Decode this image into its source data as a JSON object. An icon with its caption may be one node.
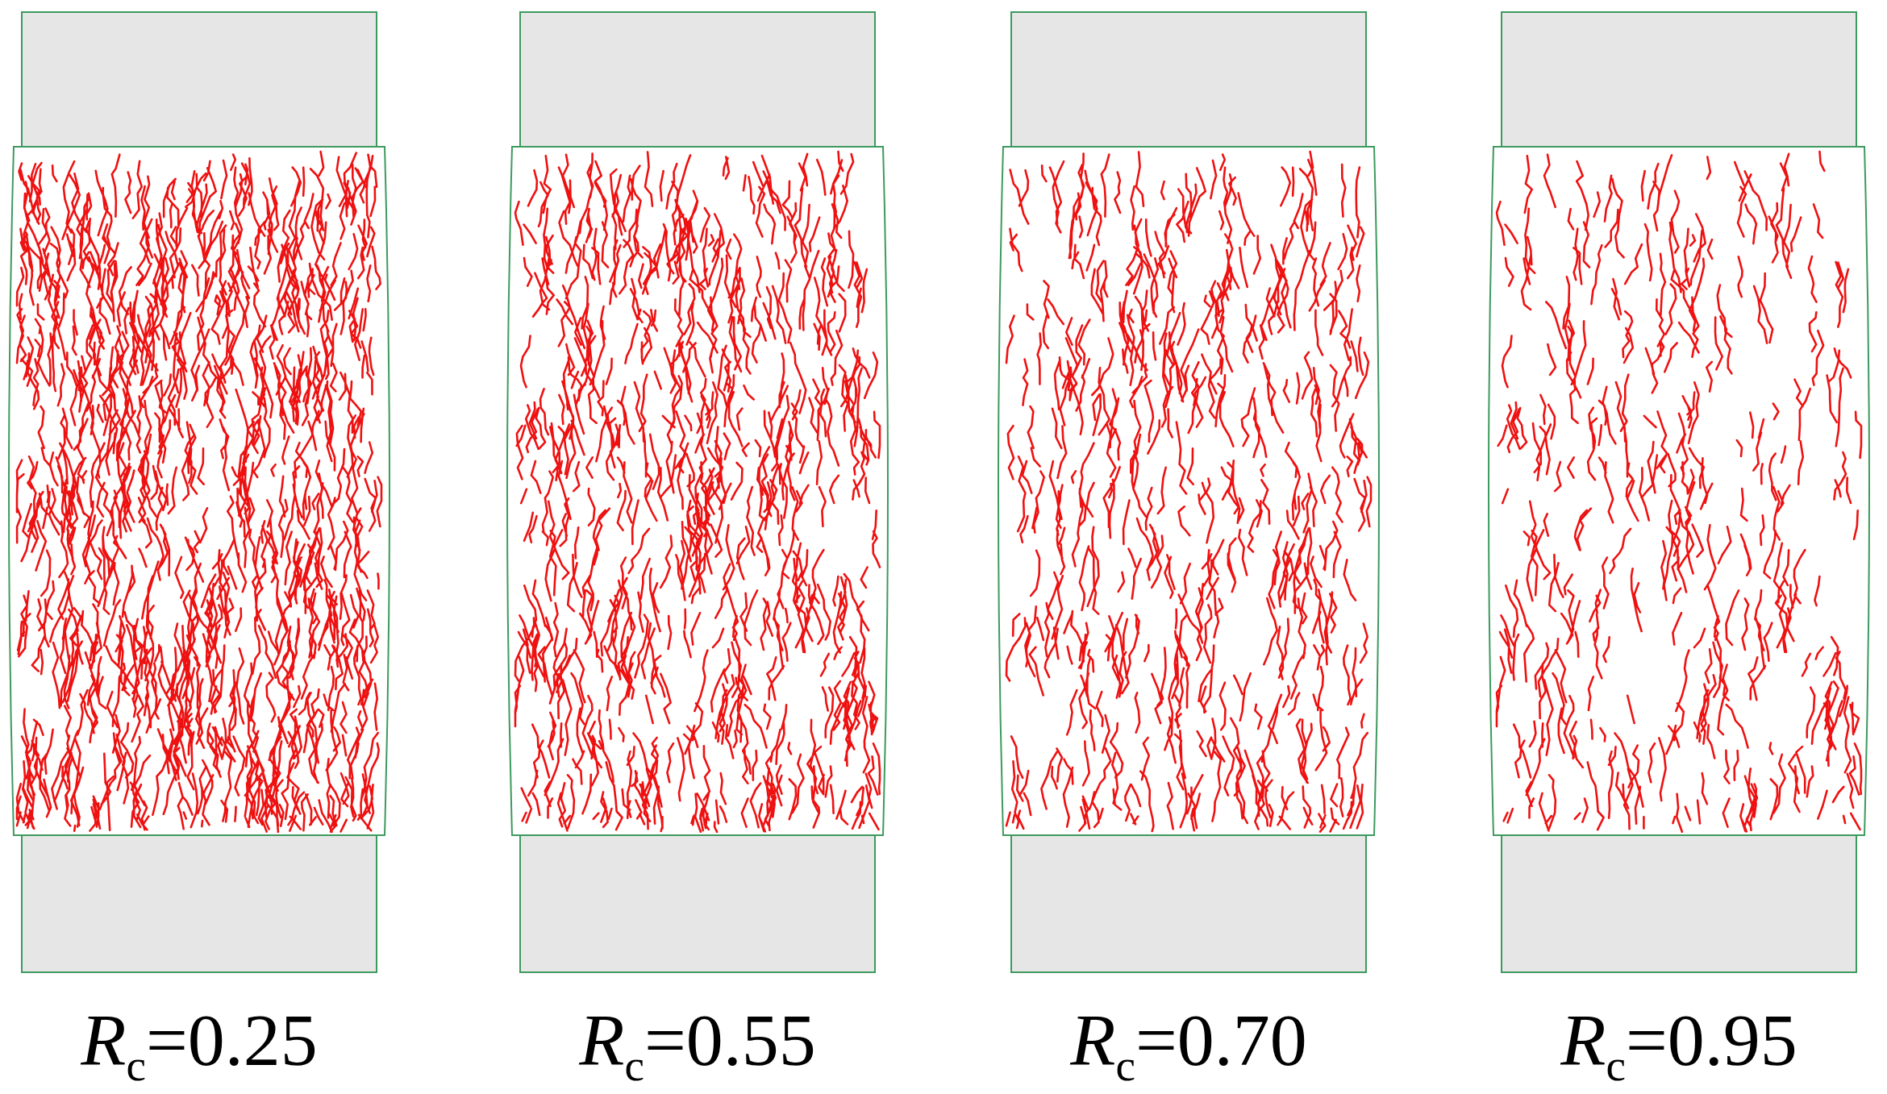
{
  "diagram": {
    "labels": [
      "*R*$_{c}$=0.25",
      "*R*$_{c}$=0.55",
      "*R*$_{c}$=0.70",
      "*R*$_{c}$=0.95"
    ]
  }
}
